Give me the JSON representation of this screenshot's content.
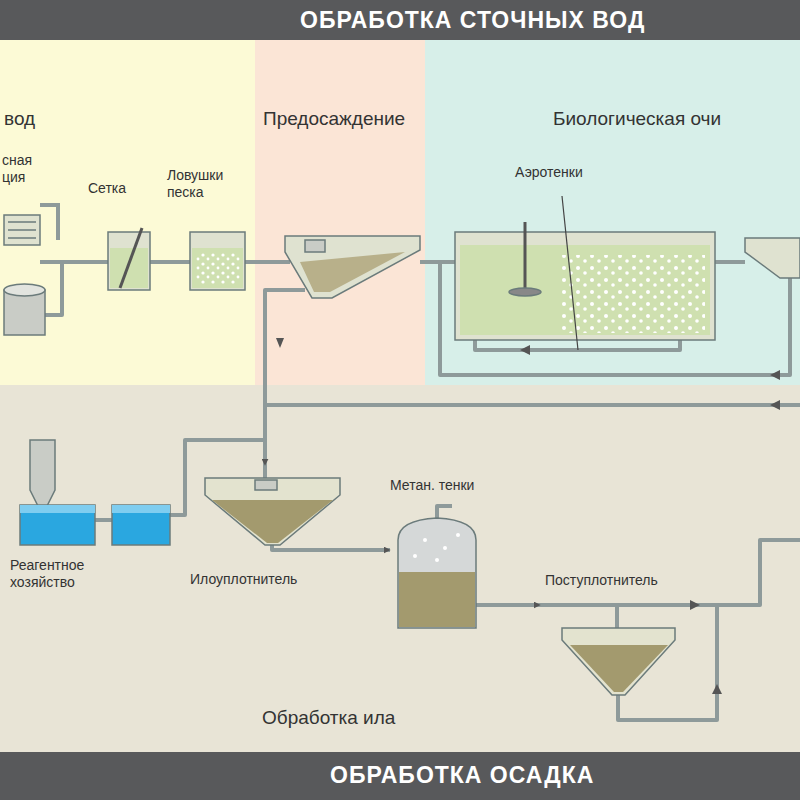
{
  "diagram": {
    "title": "ОБРАБОТКА СТОЧНЫХ ВОД",
    "nodes": [
      {
        "text": [
          "вод"
        ]
      },
      {
        "text": [
          "Предосаждение"
        ]
      },
      {
        "text": [
          "Биологическая очи"
        ]
      },
      {
        "text": [
          "Обработка ила"
        ]
      },
      {
        "text": [
          "сная ция"
        ],
        "in": 0
      },
      {
        "text": [
          "Сетка"
        ],
        "in": 0
      },
      {
        "text": [
          "Ловушки песка"
        ],
        "in": 0
      },
      {
        "text": [
          "Аэротенки"
        ],
        "in": 2
      },
      {
        "text": [
          "Реагентное хозяйство"
        ],
        "in": 3
      },
      {
        "text": [
          "Илоуплотнитель"
        ],
        "in": 3
      },
      {
        "text": [
          "Метан. тенки"
        ],
        "in": 3
      },
      {
        "text": [
          "Поступлотнитель"
        ],
        "in": 3
      }
    ],
    "edges": [
      {
        "from": 4,
        "to": 5,
        "arrow": "none"
      },
      {
        "from": 5,
        "to": 6,
        "arrow": "none"
      },
      {
        "from": 8,
        "to": 9,
        "arrow": "to"
      },
      {
        "from": 9,
        "to": 10,
        "arrow": "to"
      },
      {
        "from": 10,
        "to": 11,
        "arrow": "to"
      }
    ],
    "labels": [
      "ОБРАБОТКА ОСАДКА"
    ]
  }
}
